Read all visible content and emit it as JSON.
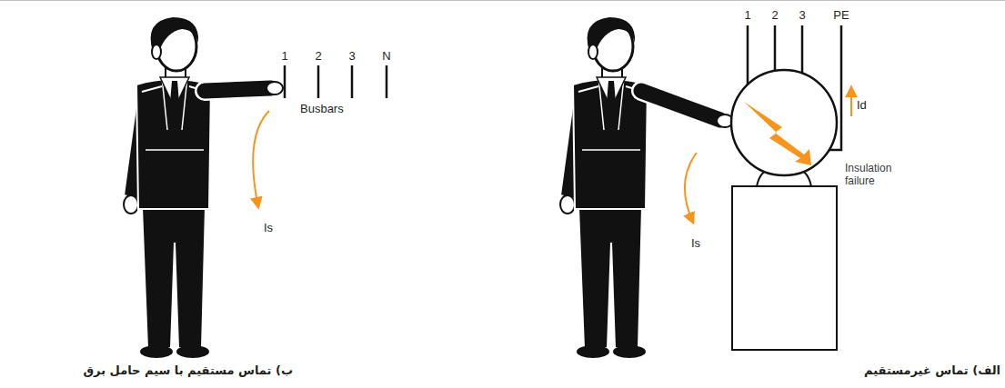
{
  "diagram": {
    "labels": [
      "1",
      "2",
      "3",
      "N",
      "Busbars",
      "Is",
      "ب) تماس مستقیم با سیم حامل برق",
      "1",
      "2",
      "3",
      "PE",
      "Id",
      "Insulation failure",
      "Is",
      "الف) تماس غیرمستقیم"
    ]
  }
}
